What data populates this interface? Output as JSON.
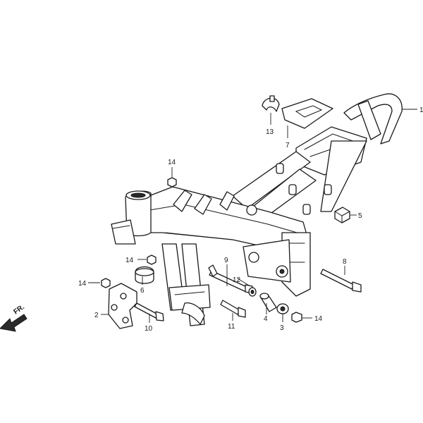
{
  "callouts": {
    "c1": "1",
    "c2": "2",
    "c3": "3",
    "c4": "4",
    "c5": "5",
    "c6": "6",
    "c7": "7",
    "c8": "8",
    "c9": "9",
    "c10": "10",
    "c11": "11",
    "c12": "12",
    "c13": "13",
    "c14a": "14",
    "c14b": "14",
    "c14c": "14",
    "c14d": "14"
  },
  "direction_label": "FR."
}
